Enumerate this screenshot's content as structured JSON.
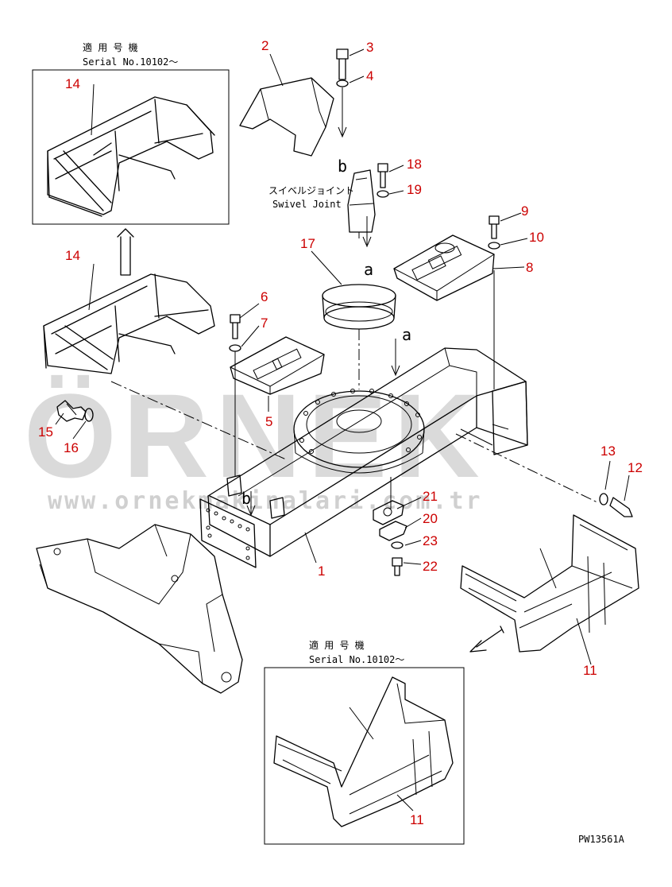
{
  "drawing": {
    "code": "PW13561A",
    "inset_top": {
      "serial_jp": "適 用 号 機",
      "serial_en": "Serial No.10102〜"
    },
    "inset_bottom": {
      "serial_jp": "適 用 号 機",
      "serial_en": "Serial No.10102〜"
    },
    "swivel_joint": {
      "jp": "スイベルジョイント",
      "en": "Swivel Joint"
    },
    "view_letters": {
      "a1": "a",
      "a2": "a",
      "b1": "b",
      "b2": "b"
    }
  },
  "watermark": {
    "brand": "ÖRNEK",
    "url": "www.ornekmakinalari.com.tr",
    "color": "#bdbdbd"
  },
  "callout_color": "#cc0000",
  "callouts": {
    "c1": "1",
    "c2": "2",
    "c3": "3",
    "c4": "4",
    "c5": "5",
    "c6": "6",
    "c7": "7",
    "c8": "8",
    "c9": "9",
    "c10": "10",
    "c11a": "11",
    "c11b": "11",
    "c12": "12",
    "c13": "13",
    "c14a": "14",
    "c14b": "14",
    "c15": "15",
    "c16": "16",
    "c17": "17",
    "c18": "18",
    "c19": "19",
    "c20": "20",
    "c21": "21",
    "c22": "22",
    "c23": "23"
  }
}
